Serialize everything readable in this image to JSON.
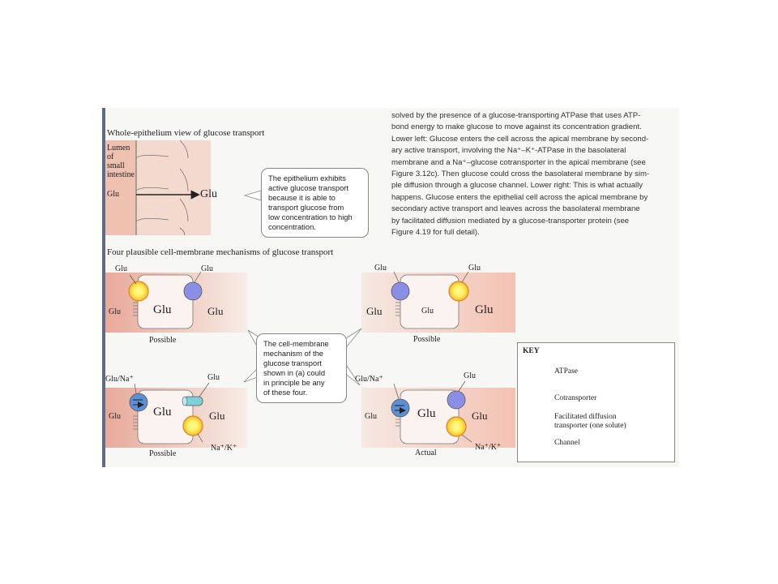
{
  "titles": {
    "whole": "Whole-epithelium view of glucose transport",
    "four": "Four plausible cell-membrane mechanisms of glucose transport"
  },
  "epithelium": {
    "lumen_lines": [
      "Lumen",
      "of",
      "small",
      "intestine"
    ],
    "glu_left": "Glu",
    "glu_right": "Glu"
  },
  "callout1": [
    "The epithelium exhibits",
    "active glucose transport",
    "because it is able to",
    "transport glucose from",
    "low concentration to high",
    "concentration."
  ],
  "callout2": [
    "The cell-membrane",
    "mechanism of the",
    "glucose transport",
    "shown in (a) could",
    "in principle be any",
    "of these four."
  ],
  "body_lines": [
    "solved by the presence of a glucose-transporting ATPase that uses ATP-",
    "bond energy to make glucose to move against its concentration gradient.",
    "Lower left: Glucose enters the cell across the apical membrane by second-",
    "ary active transport, involving the Na⁺–K⁺-ATPase in the basolateral",
    "membrane and a Na⁺–glucose cotransporter in the apical membrane (see",
    "Figure 3.12c). Then glucose could cross the basolateral membrane by sim-",
    "ple diffusion through a glucose channel.  Lower right: This is what actually",
    "happens. Glucose enters the epithelial cell across the apical membrane by",
    "secondary active transport and leaves across the basolateral membrane",
    "by facilitated diffusion mediated by a glucose-transporter protein (see",
    "Figure 4.19 for full detail)."
  ],
  "panels": {
    "tl": {
      "top_left": "Glu",
      "top_right": "Glu",
      "mid_left": "Glu",
      "center": "Glu",
      "mid_right": "Glu",
      "caption": "Possible"
    },
    "tr": {
      "top_left": "Glu",
      "top_right": "Glu",
      "mid_left": "Glu",
      "center": "Glu",
      "mid_right": "Glu",
      "caption": "Possible"
    },
    "bl": {
      "top_left": "Glu/Na⁺",
      "top_right": "Glu",
      "mid_left": "Glu",
      "center": "Glu",
      "mid_right": "Glu",
      "bottom_right": "Na⁺/K⁺",
      "caption": "Possible"
    },
    "br": {
      "top_left": "Glu/Na⁺",
      "top_right": "Glu",
      "mid_left": "Glu",
      "center": "Glu",
      "mid_right": "Glu",
      "bottom_right": "Na⁺/K⁺",
      "caption": "Actual"
    }
  },
  "key": {
    "title": "KEY",
    "atpase": "ATPase",
    "cotransporter": "Cotransporter",
    "facilitated": [
      "Facilitated diffusion",
      "transporter (one solute)"
    ],
    "channel": "Channel"
  },
  "colors": {
    "atpase_fill": "#f2a93b",
    "atpase_core": "#fff36a",
    "cotransporter": "#5b8fd6",
    "facilitated": "#8a8ee6",
    "channel": "#7fd0da",
    "cell_bg": "#f1c7b6"
  }
}
